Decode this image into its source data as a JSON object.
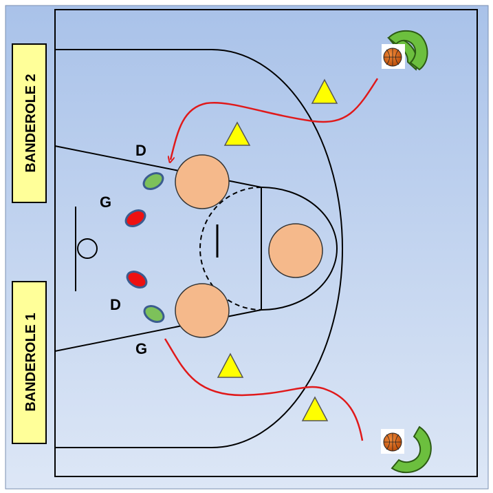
{
  "banners": [
    {
      "id": "banderole-2",
      "label": "BANDEROLE 2"
    },
    {
      "id": "banderole-1",
      "label": "BANDEROLE 1"
    }
  ],
  "markers": [
    {
      "id": "upper-d",
      "label": "D"
    },
    {
      "id": "upper-g",
      "label": "G"
    },
    {
      "id": "lower-d",
      "label": "D"
    },
    {
      "id": "lower-g",
      "label": "G"
    }
  ],
  "colors": {
    "background_top": "#a9c2e9",
    "background_bottom": "#dbe6f6",
    "court_lines": "#000000",
    "banner_fill": "#ffff99",
    "player_circle": "#f5b98b",
    "cone_yellow": "#ffff00",
    "path_red": "#e0191a",
    "green_chip": "#7dc15a",
    "red_chip": "#ee1111",
    "chip_outline": "#3b5c8f",
    "green_arc": "#6cbf3e",
    "ball": "#e06a12"
  },
  "icons": [
    "basketball-icon",
    "cone-icon",
    "curved-arrow-icon"
  ]
}
